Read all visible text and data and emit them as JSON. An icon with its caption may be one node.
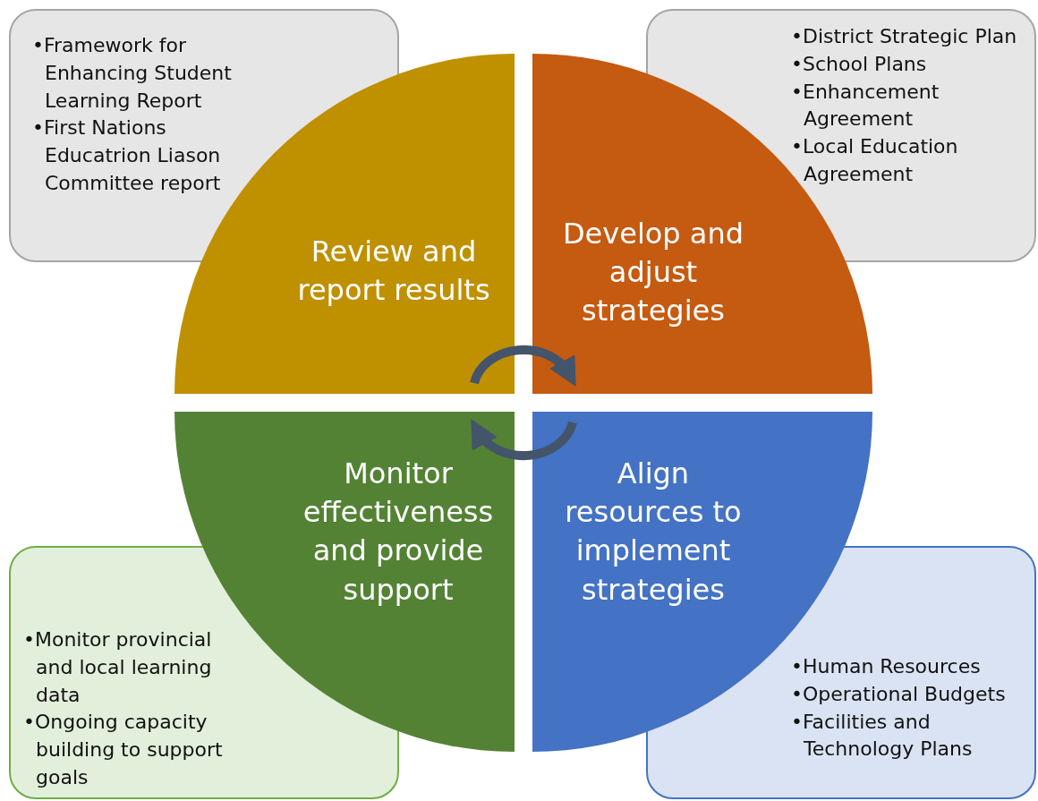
{
  "diagram": {
    "nodes": [
      {
        "text": [
          "•Framework for Enhancing Student Learning Report",
          "•First Nations Educatrion Liason Committee report"
        ]
      },
      {
        "text": [
          "•District Strategic Plan",
          "•School Plans",
          "•Enhancement Agreement",
          "•Local Education Agreement"
        ]
      },
      {
        "text": [
          "Review and report results"
        ]
      },
      {
        "text": [
          "Develop and adjust strategies"
        ]
      },
      {
        "text": [
          "Monitor effectiveness and provide support"
        ]
      },
      {
        "text": [
          "Align resources to implement strategies"
        ]
      },
      {
        "text": [
          "•Monitor provincial and local learning data",
          "•Ongoing capacity building to support goals"
        ]
      },
      {
        "text": [
          "•Human Resources",
          "•Operational Budgets",
          "•Facilities and Technology Plans"
        ]
      }
    ],
    "edges": [
      {
        "from": 2,
        "to": 3,
        "arrow": "to"
      },
      {
        "from": 5,
        "to": 4,
        "arrow": "to"
      }
    ]
  }
}
